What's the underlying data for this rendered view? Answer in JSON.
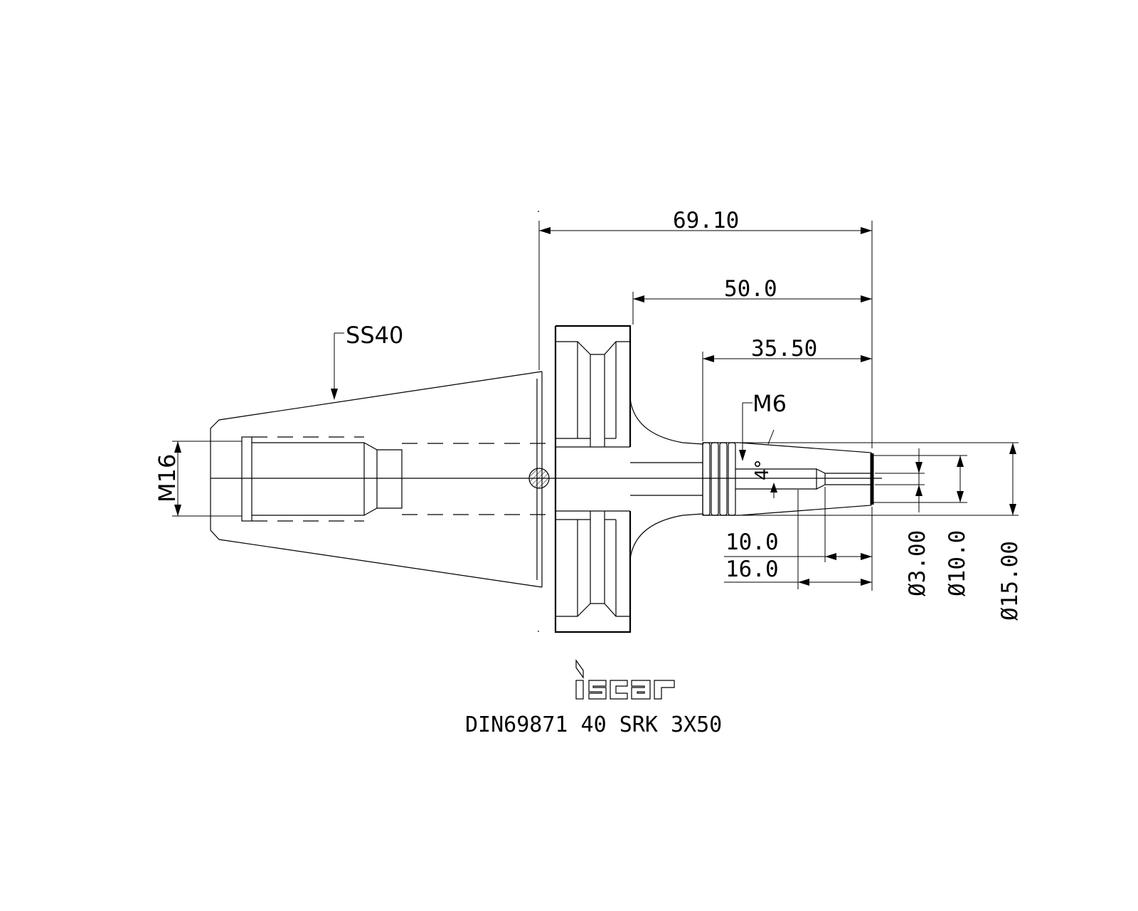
{
  "drawing": {
    "labels": {
      "taper_type": "SS40",
      "thread_size": "M16",
      "clamp_thread": "M6",
      "taper_angle": "4°"
    },
    "dimensions": {
      "overall_length": "69.10",
      "projection_length": "50.0",
      "nose_length": "35.50",
      "bore_depth": "10.0",
      "shank_length": "16.0",
      "bore_diameter": "Ø3.00",
      "shank_diameter": "Ø10.0",
      "nose_diameter": "Ø15.00"
    },
    "logo": {
      "text": "iscar"
    },
    "caption": "DIN69871 40 SRK 3X50"
  }
}
